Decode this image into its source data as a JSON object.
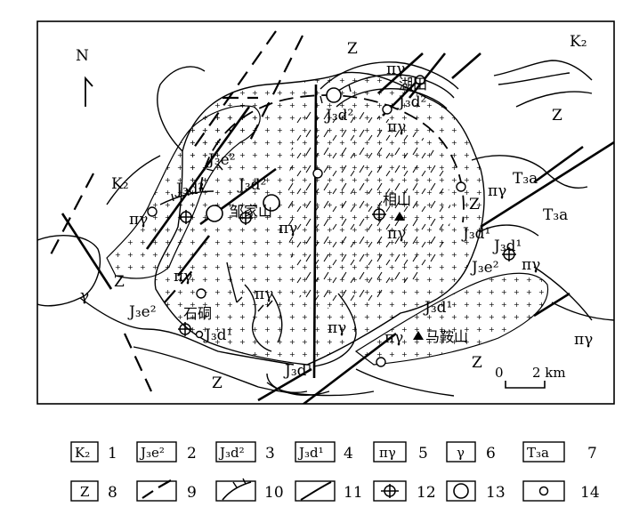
{
  "north_label": "N",
  "scale": {
    "zero": "0",
    "distance": "2 km"
  },
  "units": {
    "K2_a": "K₂",
    "K2_b": "K₂",
    "Z_1": "Z",
    "Z_2": "Z",
    "Z_3": "Z",
    "Z_4": "Z",
    "Z_5": "Z",
    "Z_6": "Z",
    "T3a_1": "T₃a",
    "T3a_2": "T₃a",
    "pg_1": "πγ",
    "pg_2": "πγ",
    "pg_3": "πγ",
    "pg_4": "πγ",
    "pg_5": "πγ",
    "pg_6": "πγ",
    "pg_7": "πγ",
    "pg_8": "πγ",
    "pg_9": "πγ",
    "pg_10": "πγ",
    "pg_11": "πγ",
    "pg_12": "πγ",
    "g_1": "γ",
    "g_2": "γ",
    "J3e2_1": "J₃e²",
    "J3e2_2": "J₃e²",
    "J3e2_3": "J₃e²",
    "J3d2_1": "J₃d²",
    "J3d2_2": "J₃d²",
    "J3d2_3": "J₃d²",
    "J3d2_4": "J₃d²",
    "J3d1_1": "J₃d¹",
    "J3d1_2": "J₃d¹",
    "J3d1_3": "J₃d¹",
    "J3d1_4": "J₃d¹",
    "J3d1_5": "J₃d¹"
  },
  "places": {
    "hutian": "湖田",
    "zoujiashan": "邹家山",
    "xiangshan": "相山",
    "shidong": "石硐",
    "maanshan": "马鞍山"
  },
  "legend": [
    {
      "symbol": "K₂",
      "number": "1"
    },
    {
      "symbol": "J₃e²",
      "number": "2"
    },
    {
      "symbol": "J₃d²",
      "number": "3"
    },
    {
      "symbol": "J₃d¹",
      "number": "4"
    },
    {
      "symbol": "πγ",
      "number": "5"
    },
    {
      "symbol": "γ",
      "number": "6"
    },
    {
      "symbol": "T₃a",
      "number": "7"
    },
    {
      "symbol": "Z",
      "number": "8"
    },
    {
      "symbol": "",
      "number": "9"
    },
    {
      "symbol": "",
      "number": "10"
    },
    {
      "symbol": "",
      "number": "11"
    },
    {
      "symbol": "",
      "number": "12"
    },
    {
      "symbol": "",
      "number": "13"
    },
    {
      "symbol": "",
      "number": "14"
    }
  ]
}
